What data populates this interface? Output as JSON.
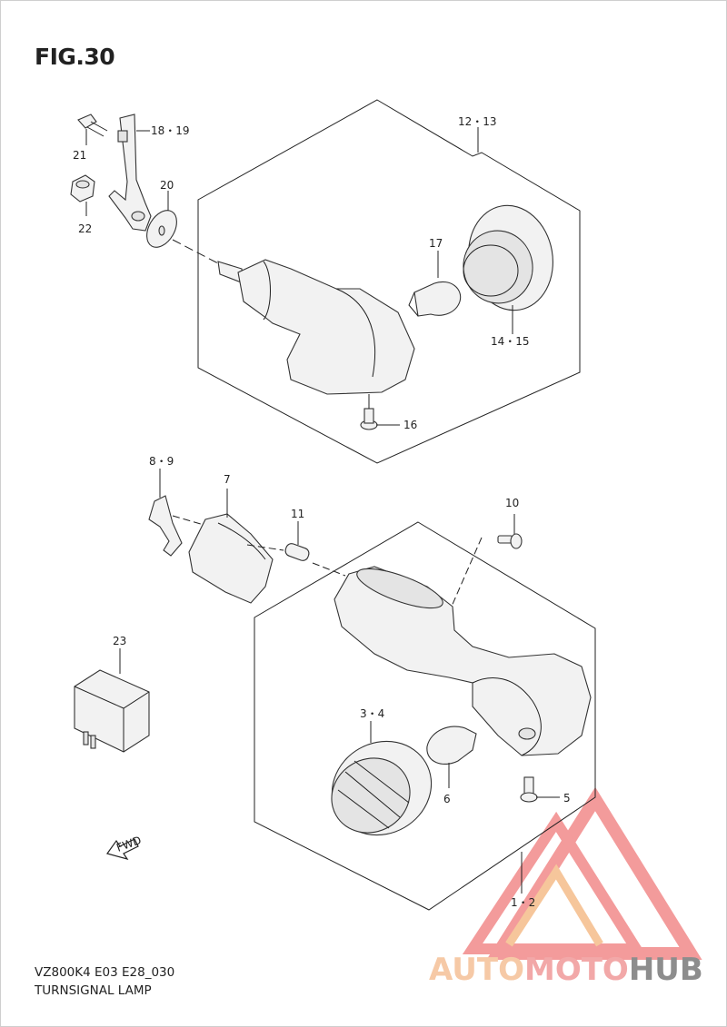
{
  "figure": {
    "title": "FIG.30",
    "code": "VZ800K4 E03 E28_030",
    "name": "TURNSIGNAL LAMP"
  },
  "callouts": {
    "c1_2": "1・2",
    "c3_4": "3・4",
    "c5": "5",
    "c6": "6",
    "c7": "7",
    "c8_9": "8・9",
    "c10": "10",
    "c11": "11",
    "c12_13": "12・13",
    "c14_15": "14・15",
    "c16": "16",
    "c17": "17",
    "c18_19": "18・19",
    "c20": "20",
    "c21": "21",
    "c22": "22",
    "c23": "23"
  },
  "fwd_arrow": "FWD",
  "watermark": {
    "part1": "AUTO",
    "part2": "MOTO",
    "part3": "HUB",
    "color_red": "#f07a7a",
    "color_orange": "#f4b37a",
    "color_gray": "#8d8d8d"
  }
}
